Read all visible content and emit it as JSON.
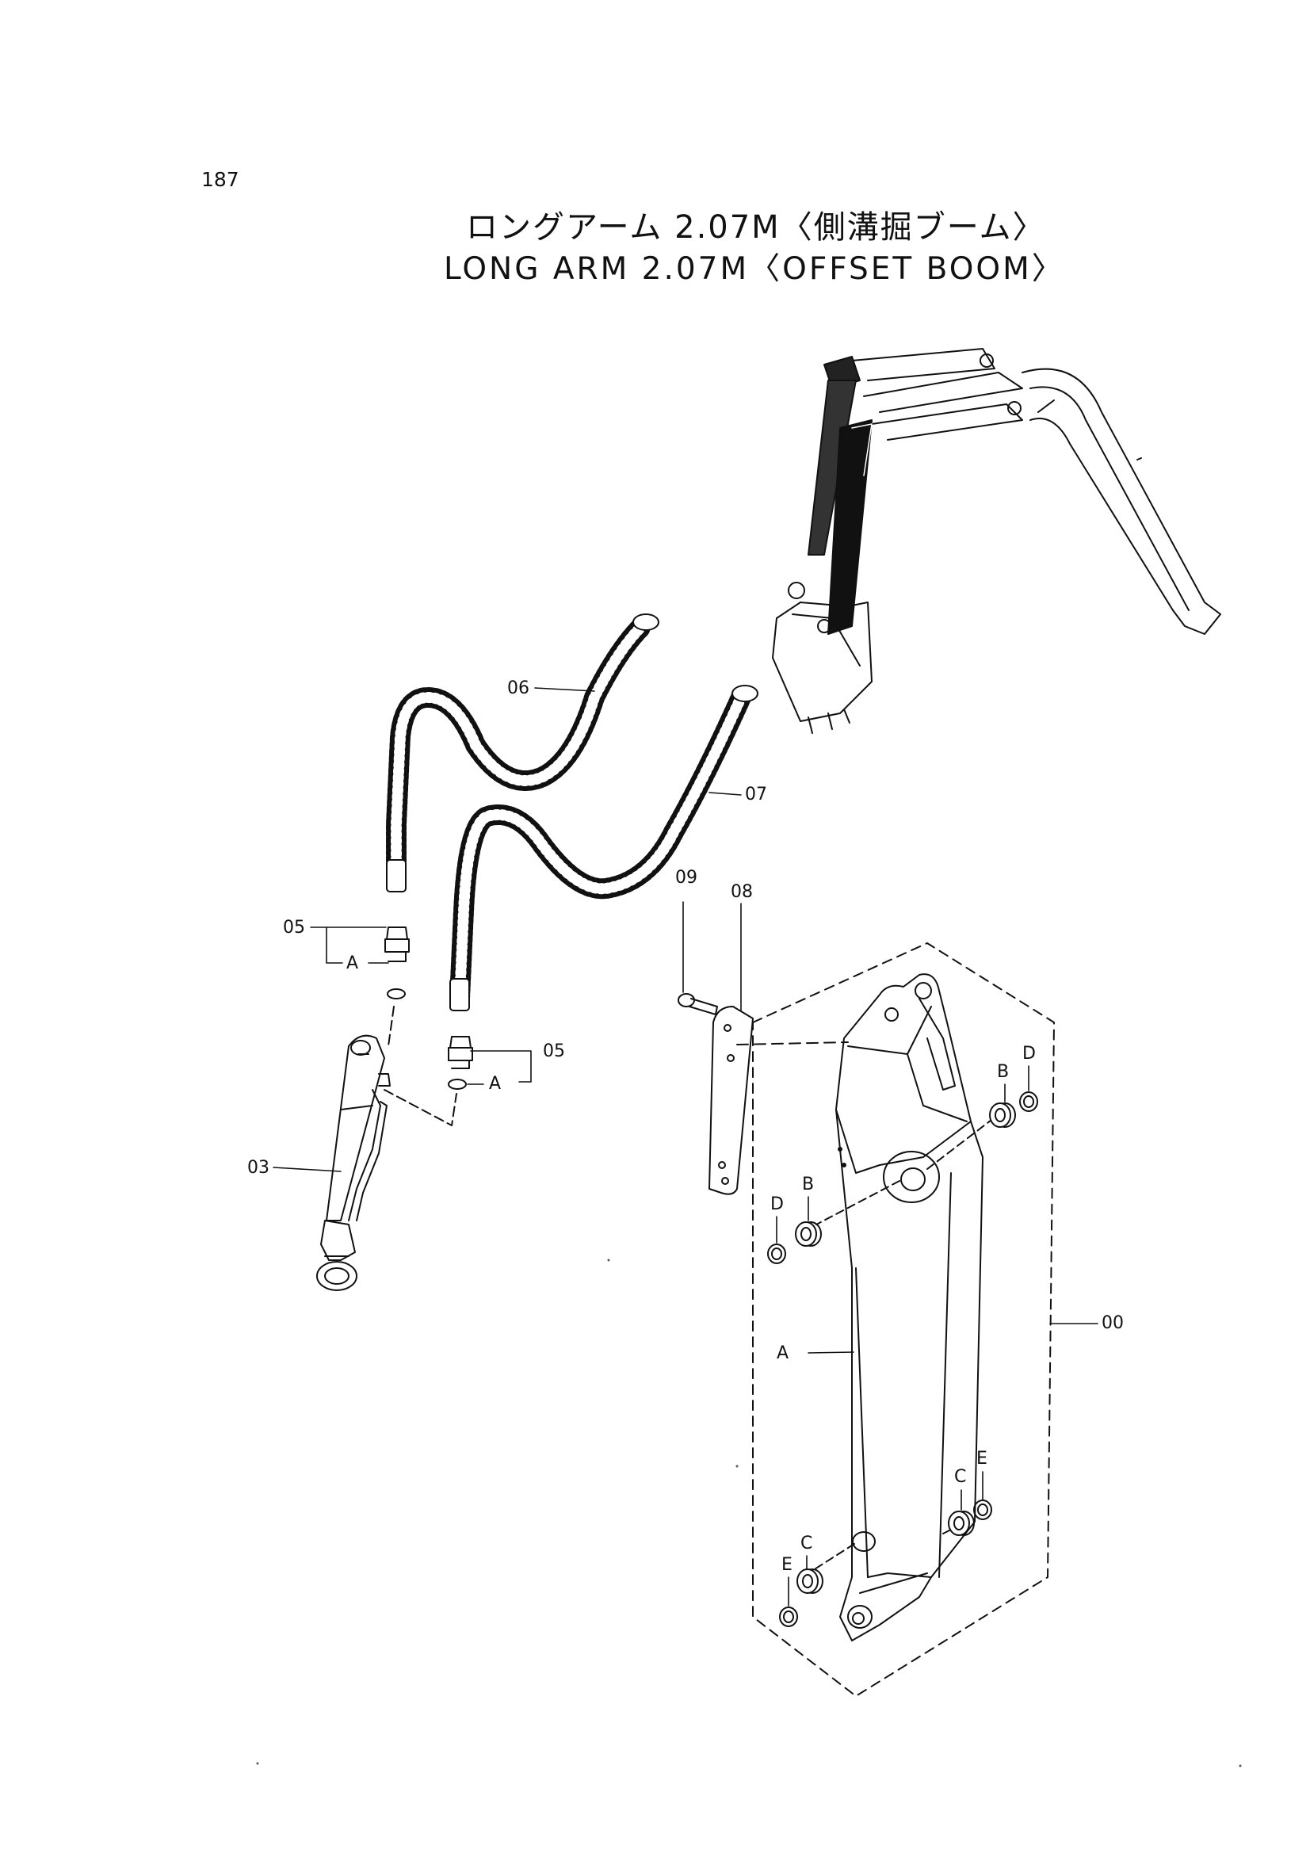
{
  "page_number": "187",
  "title": {
    "ja": "ロングアーム 2.07M〈側溝掘ブーム〉",
    "en": "LONG ARM 2.07M〈OFFSET BOOM〉"
  },
  "callouts": {
    "p00": "00",
    "p03": "03",
    "p05_top": "05",
    "p05_bottom": "05",
    "p06": "06",
    "p07": "07",
    "p08": "08",
    "p09": "09",
    "a_top": "A",
    "a_bottom": "A",
    "a_arm": "A",
    "b_right": "B",
    "b_left": "B",
    "c_right": "C",
    "c_left": "C",
    "d_right": "D",
    "d_left": "D",
    "e_right": "E",
    "e_left": "E"
  }
}
